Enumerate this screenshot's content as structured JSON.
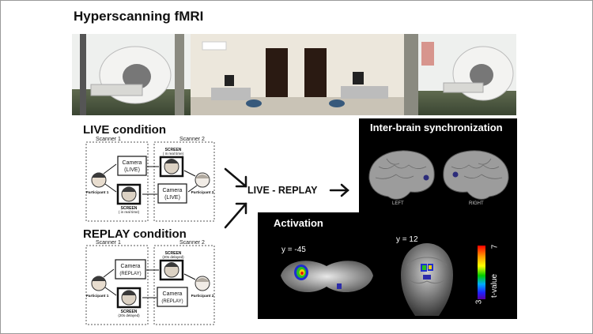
{
  "slide": {
    "title": "Hyperscanning fMRI",
    "live_condition": {
      "title": "LIVE condition",
      "scanner1": "Scanner 1",
      "scanner2": "Scanner 2",
      "screen_top": "SCREEN",
      "screen_top_sub": "( in real time)",
      "screen_bottom": "SCREEN",
      "screen_bottom_sub": "( in real time)",
      "camera1": "Camera",
      "camera1_sub": "(LIVE)",
      "camera2": "Camera",
      "camera2_sub": "(LIVE)",
      "participant1": "Participant 1",
      "participant2": "Participant 2"
    },
    "replay_condition": {
      "title": "REPLAY condition",
      "scanner1": "Scanner 1",
      "scanner2": "Scanner 2",
      "screen_top": "SCREEN",
      "screen_top_sub": "(20s delayed)",
      "screen_bottom": "SCREEN",
      "screen_bottom_sub": "(20s delayed)",
      "camera1": "Camera",
      "camera1_sub": "(REPLAY)",
      "camera2": "Camera",
      "camera2_sub": "(REPLAY)",
      "participant1": "Participant 1",
      "participant2": "Participant 2"
    },
    "contrast": "LIVE - REPLAY",
    "sync_panel": {
      "title": "Inter-brain synchronization",
      "left_label": "LEFT",
      "right_label": "RIGHT"
    },
    "activation_panel": {
      "title": "Activation",
      "slice1_label": "y = -45",
      "slice2_label": "y = 12",
      "colorbar_max": "7",
      "colorbar_min": "3",
      "colorbar_label": "t-value"
    },
    "colors": {
      "panel_bg": "#000000",
      "text": "#111111",
      "dashed": "#555555"
    }
  }
}
